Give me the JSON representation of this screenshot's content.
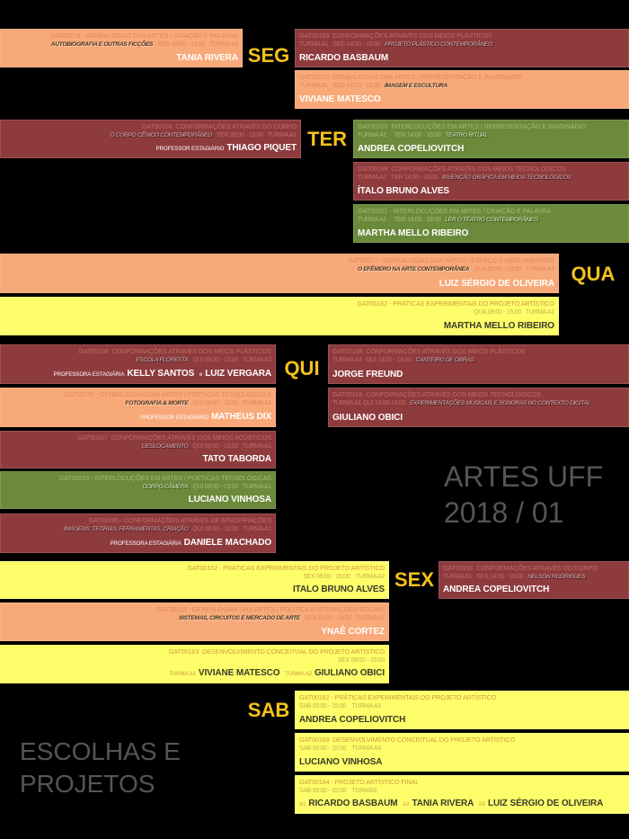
{
  "colors": {
    "maroon": "#8e3b3e",
    "peach": "#f8a979",
    "green": "#6b8a3b",
    "yellow": "#fefe6a",
    "day_label": "#f5c21c",
    "background": "#000000"
  },
  "title": {
    "line1": "ARTES UFF",
    "line2": "2018 / 01"
  },
  "subtitle": {
    "line1": "ESCOLHAS E",
    "line2": "PROJETOS"
  },
  "days": [
    {
      "label": "SEG",
      "cards": [
        {
          "color": "peach",
          "code": "GAT00219 - GENEALOGIAS DAS ARTES / CRIAÇÃO E PALAVRA",
          "course": "AUTOBIOGRAFIA E OUTRAS FICÇÕES",
          "schedule": "SEG 09:00 - 13:00   TURMA A1",
          "names": [
            {
              "name": "TANIA RIVERA"
            }
          ]
        },
        {
          "color": "maroon",
          "code": "GAT00168  CONFORMAÇÕES ATRAVÉS DOS MEIOS PLÁSTICOS",
          "course": "PROJETO PLÁSTICO CONTEMPORÂNEO",
          "schedule": "TURMA A1   SEG 14:00 - 18:00",
          "names": [
            {
              "name": "RICARDO BASBAUM"
            }
          ]
        },
        {
          "color": "peach",
          "code": "GAT00215  GENEALOGIAS DAS ARTES / REPRESENTAÇÃO E IMAGINÁRIO",
          "course": "IMAGEM E ESCULTURA",
          "schedule": "TURMA A1   SEG 14:00 - 18:00",
          "names": [
            {
              "name": "VIVIANE MATESCO"
            }
          ]
        }
      ]
    },
    {
      "label": "TER",
      "cards": [
        {
          "color": "maroon",
          "code": "GAT00166  CONFORMAÇÕES ATRAVÉS DO CORPO",
          "course": "O CORPO CÊNICO CONTEMPORÂNEO",
          "schedule": "TER 09:00 - 13:00   TURMA A2",
          "names": [
            {
              "prefix": "PROFESSOR ESTAGIÁRIO",
              "name": "THIAGO PIQUET"
            }
          ]
        },
        {
          "color": "green",
          "code": "GAT00220  INTERLOCUÇÕES EM ARTES / REPRESENTAÇÃO E IMAGINÁRIO",
          "course": "TEATRO RITUAL",
          "schedule": "TURMA A1     TER 14:00 - 18:00",
          "names": [
            {
              "name": "ANDREA COPELIOVITCH"
            }
          ]
        },
        {
          "color": "maroon",
          "code": "GAT00169  CONFORMAÇÕES ATRAVÉS DOS MEIOS TECNOLÓGICOS",
          "course": "INVENÇÃO GRÁFICA EM MEIOS TECNOLÓGICOS",
          "schedule": "TURMA A2   TER 14:00 - 18:00",
          "names": [
            {
              "name": "ÍTALO BRUNO ALVES"
            }
          ]
        },
        {
          "color": "green",
          "code": "GAT00221 - INTERLOCUÇÕES EM ARTES / CRIAÇÃO E PALAVRA",
          "course": "LER O TEATRO CONTEMPORÂNEO",
          "schedule": "TURMA A1     TER 14:00 - 18:00",
          "names": [
            {
              "name": "MARTHA MELLO RIBEIRO"
            }
          ]
        }
      ]
    },
    {
      "label": "QUA",
      "cards": [
        {
          "color": "peach",
          "code": "GAT00217 - GENEALOGIAS DAS ARTES / ESPAÇO E MEIO AMBIENTE",
          "course": "O EFÊMERO NA ARTE CONTEMPORÂNEA",
          "schedule": "QUA 09:00 - 13:00   TURMA A1",
          "names": [
            {
              "name": "LUIZ SÉRGIO DE OLIVEIRA"
            }
          ]
        },
        {
          "color": "yellow",
          "code": "GAT00162 - PRÁTICAS EXPERIMENTAIS DO PROJETO ARTÍSTICO",
          "schedule": "QUA 09:00 - 15:00   TURMA A1",
          "names": [
            {
              "name": "MARTHA MELLO RIBEIRO"
            }
          ]
        }
      ]
    },
    {
      "label": "QUI",
      "cards": [
        {
          "color": "maroon",
          "code": "GAT00168  CONFORMAÇÕES ATRAVÉS DOS MEIOS PLÁSTICOS",
          "course": "ESCOLA FLORESTA",
          "schedule": "QUI 09:00 - 13:00   TURMA A2",
          "names": [
            {
              "prefix": "PROFESSORA ESTAGIÁRIA",
              "name": "KELLY SANTOS"
            },
            {
              "prefix": "e",
              "name": "LUIZ VERGARA"
            }
          ]
        },
        {
          "color": "peach",
          "code": "GAT00170 - GENEALOGIAS DAS ARTES / POÉTICAS TECNOLÓGICAS",
          "course": "FOTOGRAFIA & MORTE",
          "schedule": "QUI 09:00 - 13:00   TURMA A1",
          "names": [
            {
              "prefix": "PROFESSOR ESTAGIÁRIO",
              "name": "MATHEUS DIX"
            }
          ]
        },
        {
          "color": "maroon",
          "code": "GAT00167  CONFORMAÇÕES ATRAVÉS DOS MEIOS ACÚSTICOS",
          "course": "DESLOCAMENTO",
          "schedule": "QUI 09:00 - 13:00   TURMA A1",
          "names": [
            {
              "name": "TATO TABORDA"
            }
          ]
        },
        {
          "color": "green",
          "code": "GAT00223 - INTERLOCUÇÕES EM ARTES / POÉTICAS TECNOLÓGICAS",
          "course": "CORPO-CÂMERA",
          "schedule": "QUI 09:00 - 13:00   TURMA A1",
          "names": [
            {
              "name": "LUCIANO VINHOSA"
            }
          ]
        },
        {
          "color": "maroon",
          "code": "GAT00165 - CONFORMAÇÕES ATRAVÉS DE APROPRIAÇÕES",
          "course": "IMAGENS: TEORIAS, FERRAMENTAS, CRIAÇÃO",
          "schedule": "QUI 09:00 - 13:00   TURMA A1",
          "names": [
            {
              "prefix": "PROFESSORA ESTAGIÁRIA",
              "name": "DANIELE MACHADO"
            }
          ]
        },
        {
          "color": "maroon",
          "code": "GAT00168  CONFORMAÇÕES ATRAVÉS DOS MEIOS PLÁSTICOS",
          "course": "CANTEIRO DE OBRAS",
          "schedule": "TURMA A3   QUI 14:00 - 18:00",
          "names": [
            {
              "name": "JORGE FREUND"
            }
          ]
        },
        {
          "color": "maroon",
          "code": "GAT00169  CONFORMAÇÕES ATRAVÉS DOS MEIOS TECNOLÓGICOS",
          "course": "EXPERIMENTAÇÕES MUSICAIS E SONORAS NO CONTEXTO DIGITAL",
          "schedule": "TURMA A1 QUI 14:00-18:00",
          "names": [
            {
              "name": "GIULIANO OBICI"
            }
          ]
        }
      ]
    },
    {
      "label": "SEX",
      "cards": [
        {
          "color": "yellow",
          "code": "GAT00162 - PRÁTICAS EXPERIMENTAIS DO PROJETO ARTÍSTICO",
          "schedule": "SEX 09:00 - 15:00    TURMA A2",
          "names": [
            {
              "name": "ITALO BRUNO ALVES"
            }
          ]
        },
        {
          "color": "peach",
          "code": "GAT00216 - GENEALOGIAS DAS ARTES / POLÍTICA E INTERAÇÕES SOCIAIS",
          "course": "SISTEMAS, CIRCUITOS E MERCADO DE ARTE",
          "schedule": "SEX 09:00 - 13:00   TURMA A1",
          "names": [
            {
              "name": "YNAÊ CORTEZ"
            }
          ]
        },
        {
          "color": "yellow",
          "code": "GAT00163  DESENVOLVIMENTO CONCEITUAL DO PROJETO ARTÍSTICO",
          "schedule": "SEX 09:00 - 15:00",
          "names": [
            {
              "prefix": "TURMA A1",
              "name": "VIVIANE MATESCO"
            },
            {
              "prefix": "TURMA A2",
              "name": "GIULIANO OBICI"
            }
          ]
        },
        {
          "color": "maroon",
          "code": "GAT00166  CONFORMAÇÕES ATRAVÉS DO CORPO",
          "course": "NELSON RODRIGUES",
          "schedule": "TURMA A1   SEX 14:00 - 18:00",
          "names": [
            {
              "name": "ANDREA COPELIOVITCH"
            }
          ]
        }
      ]
    },
    {
      "label": "SAB",
      "cards": [
        {
          "color": "yellow",
          "code": "GAT00162 - PRÁTICAS EXPERIMENTAIS DO PROJETO ARTÍSTICO",
          "schedule": "SAB 09:00 - 15:00    TURMA A3",
          "names": [
            {
              "name": "ANDREA COPELIOVITCH"
            }
          ]
        },
        {
          "color": "yellow",
          "code": "GAT00163  DESENVOLVIMENTO CONCEITUAL DO PROJETO ARTÍSTICO",
          "schedule": "SAB 09:00 - 15:00    TURMA A3",
          "names": [
            {
              "name": "LUCIANO VINHOSA"
            }
          ]
        },
        {
          "color": "yellow",
          "code": "GAT00164 - PROJETO ARTÍSTICO FINAL",
          "schedule": "SAB 09:00 - 15:00    TURMAS",
          "names": [
            {
              "prefix": "A1",
              "name": "RICARDO BASBAUM"
            },
            {
              "prefix": "A2",
              "name": "TANIA RIVERA"
            },
            {
              "prefix": "A3",
              "name": "LUIZ SÉRGIO DE OLIVEIRA"
            }
          ]
        }
      ]
    }
  ]
}
